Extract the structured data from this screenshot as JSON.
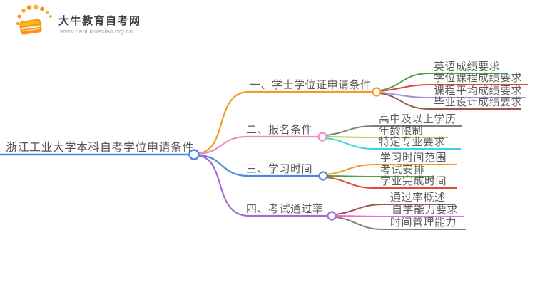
{
  "logo": {
    "title": "大牛教育自考网",
    "url": "www.daniuxuexiao.org.cn",
    "icon": "book-sunburst-icon",
    "brand_orange": "#f7941d",
    "brand_yellow": "#fbb03b"
  },
  "colors": {
    "blue": "#4a89dc",
    "orange": "#f59a23",
    "pink": "#ee8cc6",
    "purple": "#a06dd6",
    "green": "#47a447",
    "red": "#e0483e",
    "lavender": "#a58fd8",
    "brown": "#9a594f",
    "gray": "#7d7d7d",
    "olive": "#c8c944",
    "cyan": "#40d0e8",
    "magenta": "#ef6bc5"
  },
  "map": {
    "root": "浙江工业大学本科自考学位申请条件",
    "branches": [
      {
        "label": "一、学士学位证申请条件",
        "children": [
          "英语成绩要求",
          "学位课程成绩要求",
          "课程平均成绩要求",
          "毕业设计成绩要求"
        ]
      },
      {
        "label": "二、报名条件",
        "children": [
          "高中及以上学历",
          "年龄限制",
          "特定专业要求"
        ]
      },
      {
        "label": "三、学习时间",
        "children": [
          "学习时间范围",
          "考试安排",
          "学业完成时间"
        ]
      },
      {
        "label": "四、考试通过率",
        "children": [
          "通过率概述",
          "自学能力要求",
          "时间管理能力"
        ]
      }
    ]
  }
}
